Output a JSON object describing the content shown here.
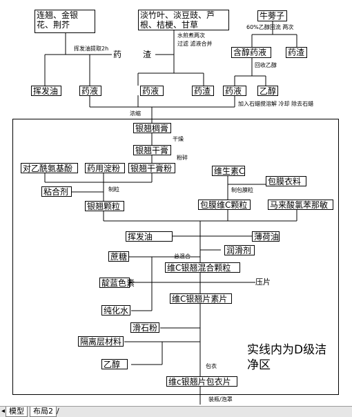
{
  "boxes": {
    "b1": "连翘、金银花、荆芥",
    "b2": "淡竹叶、淡豆豉、芦根、桔梗、甘草",
    "b3": "牛蒡子",
    "b4": "药",
    "b4b": "渣",
    "b5": "含醇药液",
    "b6": "药渣",
    "b7": "挥发油",
    "b8": "药液",
    "b9": "药液",
    "b10": "药渣",
    "b11": "药液",
    "b12": "乙醇",
    "b13": "银翘稠膏",
    "b14": "银翘干膏",
    "b15": "对乙酰氨基酚",
    "b16": "药用淀粉",
    "b17": "银翘干膏粉",
    "b18": "维生素C",
    "b19": "包膜衣料",
    "b20": "粘合剂",
    "b21": "银翘颗粒",
    "b22": "包膜维C颗粒",
    "b23": "马来酸氯苯那敏",
    "b24": "挥发油",
    "b25": "薄荷油",
    "b26": "润滑剂",
    "b27": "蔗糖",
    "b28": "维C银翘混合颗粒",
    "b29": "靛蓝色素",
    "b30": "维C银翘片素片",
    "b31": "纯化水",
    "b32": "滑石粉",
    "b33": "隔离层材料",
    "b34": "乙醇",
    "b35": "维c银翘片包衣片"
  },
  "notes": {
    "n1": "挥发油提取2h",
    "n2a": "水煎煮两次",
    "n2b": "过滤 滤液合并",
    "n3": "60%乙醇回流 两次",
    "n4": "回收乙醇",
    "n5": "加入石蜡搅溶解 冷却 除去石蜡",
    "n6": "浓缩",
    "n7": "干燥",
    "n8": "粉碎",
    "n9": "制粒",
    "n10": "制包膜粒",
    "n11": "总混合",
    "n12": "压片",
    "n13": "包衣",
    "n14": "装瓶/泡罩"
  },
  "region_label": "实线内为D级洁净区",
  "tabs": [
    "模型",
    "布局2"
  ]
}
